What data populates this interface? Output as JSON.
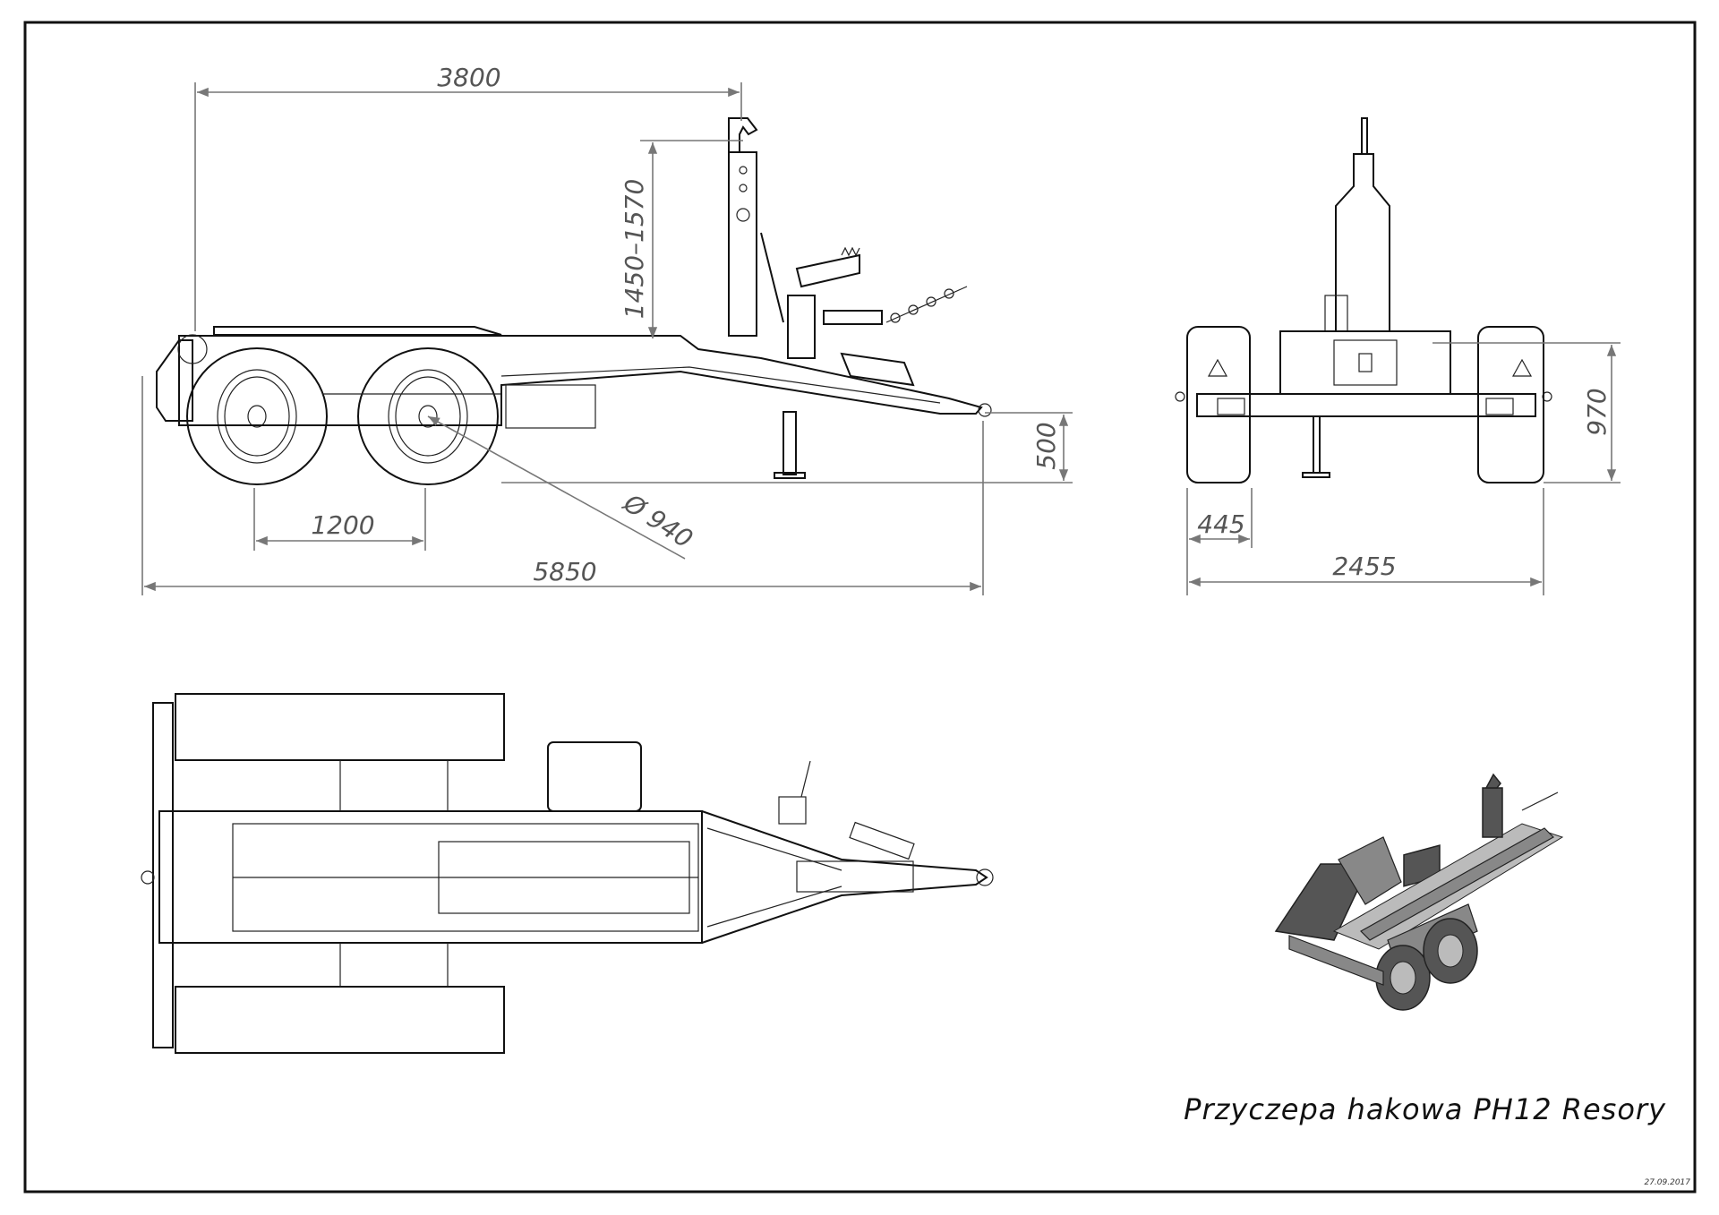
{
  "drawing": {
    "title": "Przyczepa hakowa PH12 Resory",
    "date": "27.09.2017"
  },
  "dimensions": {
    "side_view": {
      "hook_reach": "3800",
      "hook_height": "1450–1570",
      "drawbar_height": "500",
      "axle_spacing": "1200",
      "wheel_diameter": "Ø 940",
      "total_length": "5850"
    },
    "rear_view": {
      "frame_height": "970",
      "tire_width": "445",
      "total_width": "2455"
    }
  }
}
